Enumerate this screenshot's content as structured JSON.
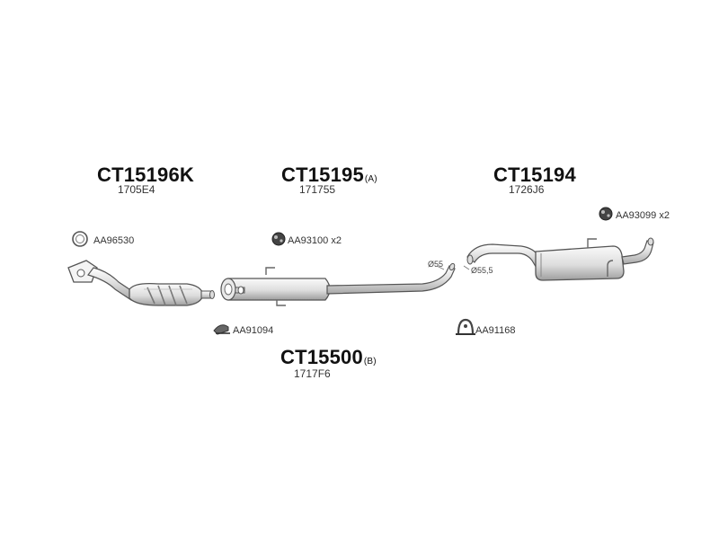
{
  "parts": {
    "cat": {
      "code": "CT15196K",
      "suffix": "",
      "oem": "1705E4"
    },
    "middle": {
      "code": "CT15195",
      "suffix": "(A)",
      "oem": "171755"
    },
    "rear": {
      "code": "CT15194",
      "suffix": "",
      "oem": "1726J6"
    },
    "front_pipe": {
      "code": "CT15500",
      "suffix": "(B)",
      "oem": "1717F6"
    }
  },
  "accessories": {
    "gasket": {
      "label": "AA96530"
    },
    "rubber_mount_mid": {
      "label": "AA93100 x2"
    },
    "rubber_mount_rear": {
      "label": "AA93099 x2"
    },
    "clamp_front": {
      "label": "AA91094"
    },
    "clamp_rear": {
      "label": "AA91168"
    }
  },
  "dimensions": {
    "pipe_dia_mid": "Ø55",
    "pipe_dia_rear": "Ø55,5"
  },
  "colors": {
    "outline": "#555555",
    "fill": "#e6e6e6",
    "shade": "#9a9a9a",
    "text": "#111111"
  }
}
